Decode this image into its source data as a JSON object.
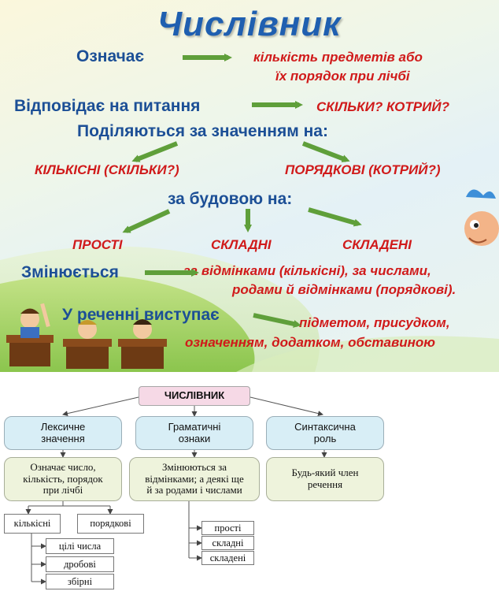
{
  "slide": {
    "title": "Числівник",
    "means_label": "Означає",
    "means_value_line1": "кількість предметів або",
    "means_value_line2": "їх порядок при лічбі",
    "answers_label": "Відповідає на питання",
    "answers_value": "СКІЛЬКИ? КОТРИЙ?",
    "divided_meaning_label": "Поділяються за значенням на:",
    "meaning_left": "КІЛЬКІСНІ (СКІЛЬКИ?)",
    "meaning_right": "ПОРЯДКОВІ (КОТРИЙ?)",
    "structure_label": "за будовою на:",
    "structure_1": "ПРОСТІ",
    "structure_2": "СКЛАДНІ",
    "structure_3": "СКЛАДЕНІ",
    "changes_label": "Змінюється",
    "changes_value_line1": "за відмінками (кількісні), за числами,",
    "changes_value_line2": "родами й відмінками (порядкові).",
    "sentence_label": "У реченні виступає",
    "sentence_value_line1": "підметом, присудком,",
    "sentence_value_line2": "означенням, додатком, обставиною",
    "colors": {
      "title": "#1f5fb0",
      "label": "#1c4f96",
      "answer": "#d01a1a",
      "arrow": "#5f9f3a"
    }
  },
  "diagram": {
    "root": "ЧИСЛІВНИК",
    "categories": [
      {
        "line1": "Лексичне",
        "line2": "значення"
      },
      {
        "line1": "Граматичні",
        "line2": "ознаки"
      },
      {
        "line1": "Синтаксична",
        "line2": "роль"
      }
    ],
    "descriptions": [
      {
        "line1": "Означає число,",
        "line2": "кількість, порядок",
        "line3": "при лічбі"
      },
      {
        "line1": "Змінюються за",
        "line2": "відмінками; а деякі ще",
        "line3": "й за родами і числами"
      },
      {
        "line1": "Будь-який член",
        "line2": "речення"
      }
    ],
    "meaning_types": [
      "кількісні",
      "порядкові"
    ],
    "quantitative_subtypes": [
      "цілі числа",
      "дробові",
      "збірні"
    ],
    "structure_types": [
      "прості",
      "складні",
      "складені"
    ],
    "colors": {
      "root": "#f6d9e6",
      "category": "#d8eef6",
      "description": "#eef3dc"
    }
  }
}
